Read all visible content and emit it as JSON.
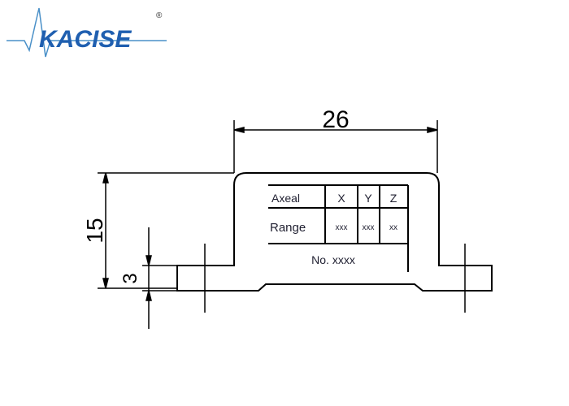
{
  "logo": {
    "text": "KACISE",
    "registered": "®",
    "colors": {
      "blue": "#1f5fb0",
      "green": "#3bb34a"
    }
  },
  "drawing": {
    "dim_width": "26",
    "dim_height": "15",
    "dim_flange": "3",
    "label": {
      "axis_label": "Axeal",
      "axes": [
        "X",
        "Y",
        "Z"
      ],
      "range_label": "Range",
      "ranges": [
        "xxx",
        "xxx",
        "xx"
      ],
      "serial": "No. xxxx"
    }
  }
}
